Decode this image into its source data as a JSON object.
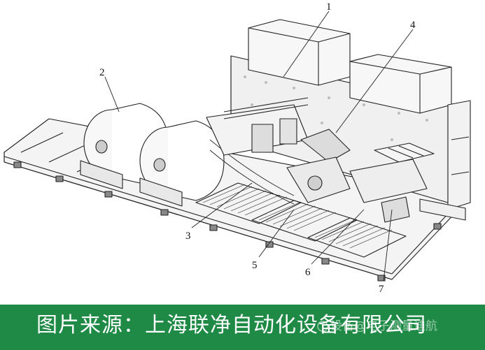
{
  "figure": {
    "callouts": [
      {
        "id": "1",
        "text": "1"
      },
      {
        "id": "2",
        "text": "2"
      },
      {
        "id": "3",
        "text": "3"
      },
      {
        "id": "4",
        "text": "4"
      },
      {
        "id": "5",
        "text": "5"
      },
      {
        "id": "6",
        "text": "6"
      },
      {
        "id": "7",
        "text": "7"
      }
    ]
  },
  "caption": {
    "text": "图片来源：上海联净自动化设备有限公司",
    "bar_color": "#1e8a45"
  },
  "watermark": {
    "text": "设备@电子测量迪航"
  }
}
